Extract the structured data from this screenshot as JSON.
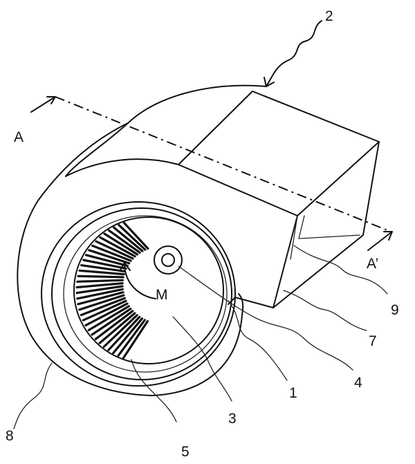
{
  "labels": {
    "l2": "2",
    "lA": "A",
    "lAp": "A’",
    "lM": "M",
    "l9": "9",
    "l7": "7",
    "l4": "4",
    "l1": "1",
    "l3": "3",
    "l5": "5",
    "l8": "8"
  },
  "colors": {
    "stroke": "#111111",
    "background": "#ffffff"
  }
}
